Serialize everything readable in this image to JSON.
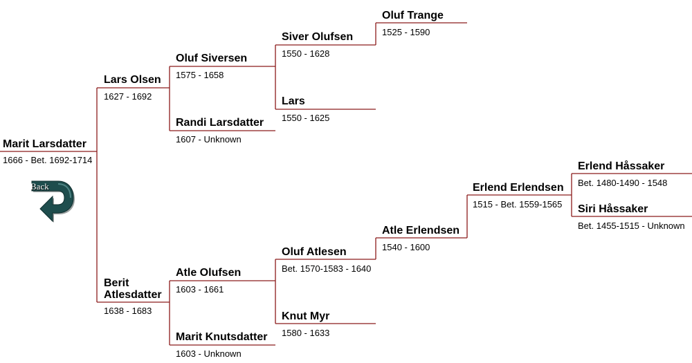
{
  "back_label": "Back",
  "people": {
    "p0": {
      "name": "Marit Larsdatter",
      "dates": "1666 - Bet. 1692-1714"
    },
    "p1": {
      "name": "Lars Olsen",
      "dates": "1627 - 1692"
    },
    "p2": {
      "name": "Berit Atlesdatter",
      "dates": "1638 - 1683"
    },
    "p3": {
      "name": "Oluf Siversen",
      "dates": "1575 - 1658"
    },
    "p4": {
      "name": "Randi Larsdatter",
      "dates": "1607 - Unknown"
    },
    "p5": {
      "name": "Atle Olufsen",
      "dates": "1603 - 1661"
    },
    "p6": {
      "name": "Marit Knutsdatter",
      "dates": "1603 - Unknown"
    },
    "p7": {
      "name": "Siver Olufsen",
      "dates": "1550 - 1628"
    },
    "p8": {
      "name": "Lars",
      "dates": "1550 - 1625"
    },
    "p9": {
      "name": "Oluf Atlesen",
      "dates": "Bet. 1570-1583 - 1640"
    },
    "p10": {
      "name": "Knut Myr",
      "dates": "1580 - 1633"
    },
    "p11": {
      "name": "Oluf Trange",
      "dates": "1525 - 1590"
    },
    "p12": {
      "name": "Atle Erlendsen",
      "dates": "1540 - 1600"
    },
    "p13": {
      "name": "Erlend Erlendsen",
      "dates": "1515 - Bet. 1559-1565"
    },
    "p14": {
      "name": "Erlend Håssaker",
      "dates": "Bet. 1480-1490 - 1548"
    },
    "p15": {
      "name": "Siri Håssaker",
      "dates": "Bet. 1455-1515 - Unknown"
    }
  },
  "colors": {
    "line": "#8b1a1a",
    "back_arrow": "#1e4d4d"
  }
}
